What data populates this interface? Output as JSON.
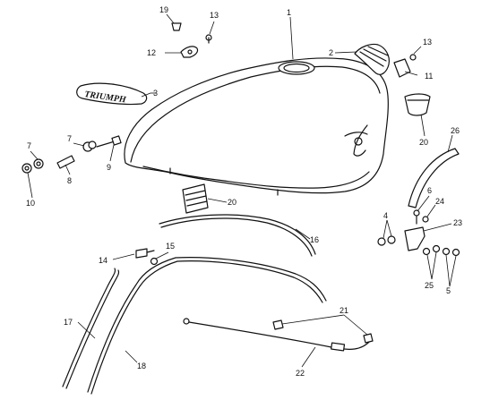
{
  "badge_text": "TRIUMPH",
  "callouts": [
    {
      "id": "c1",
      "label": "1"
    },
    {
      "id": "c2",
      "label": "2"
    },
    {
      "id": "c3",
      "label": "3"
    },
    {
      "id": "c4",
      "label": "4"
    },
    {
      "id": "c5",
      "label": "5"
    },
    {
      "id": "c6",
      "label": "6"
    },
    {
      "id": "c7a",
      "label": "7"
    },
    {
      "id": "c7b",
      "label": "7"
    },
    {
      "id": "c8",
      "label": "8"
    },
    {
      "id": "c9",
      "label": "9"
    },
    {
      "id": "c10",
      "label": "10"
    },
    {
      "id": "c11",
      "label": "11"
    },
    {
      "id": "c12",
      "label": "12"
    },
    {
      "id": "c13a",
      "label": "13"
    },
    {
      "id": "c13b",
      "label": "13"
    },
    {
      "id": "c14",
      "label": "14"
    },
    {
      "id": "c15",
      "label": "15"
    },
    {
      "id": "c16",
      "label": "16"
    },
    {
      "id": "c17",
      "label": "17"
    },
    {
      "id": "c18",
      "label": "18"
    },
    {
      "id": "c19",
      "label": "19"
    },
    {
      "id": "c20a",
      "label": "20"
    },
    {
      "id": "c20b",
      "label": "20"
    },
    {
      "id": "c21",
      "label": "21"
    },
    {
      "id": "c22",
      "label": "22"
    },
    {
      "id": "c23",
      "label": "23"
    },
    {
      "id": "c24",
      "label": "24"
    },
    {
      "id": "c25",
      "label": "25"
    },
    {
      "id": "c26",
      "label": "26"
    }
  ]
}
